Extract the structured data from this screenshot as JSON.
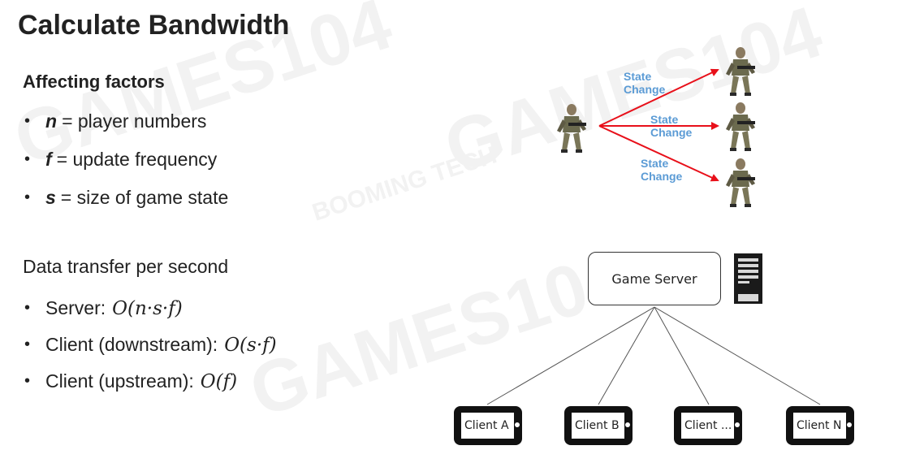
{
  "title": "Calculate Bandwidth",
  "affecting": {
    "heading": "Affecting factors",
    "items": [
      {
        "var": "n",
        "text": "= player numbers"
      },
      {
        "var": "f",
        "text": "= update frequency"
      },
      {
        "var": "s",
        "text": "= size of game state"
      }
    ]
  },
  "transfer": {
    "heading": "Data transfer per second",
    "items": [
      {
        "label": "Server:",
        "formula": "O(n·s·f)"
      },
      {
        "label": "Client (downstream):",
        "formula": "O(s·f)"
      },
      {
        "label": "Client (upstream):",
        "formula": "O(f)"
      }
    ]
  },
  "diagram": {
    "state_label": "State\nChange",
    "state_labels": [
      "State Change",
      "State Change",
      "State Change"
    ],
    "server_label": "Game Server",
    "clients": [
      "Client A",
      "Client B",
      "Client ...",
      "Client N"
    ],
    "arrow_color": "#e8101a",
    "label_color": "#5b9bd5",
    "soldier_icon": "soldier-icon",
    "server_icon": "server-tower-icon",
    "phone_icon": "phone-icon"
  },
  "watermark": [
    "GAMES104",
    "BOOMING TECH"
  ]
}
